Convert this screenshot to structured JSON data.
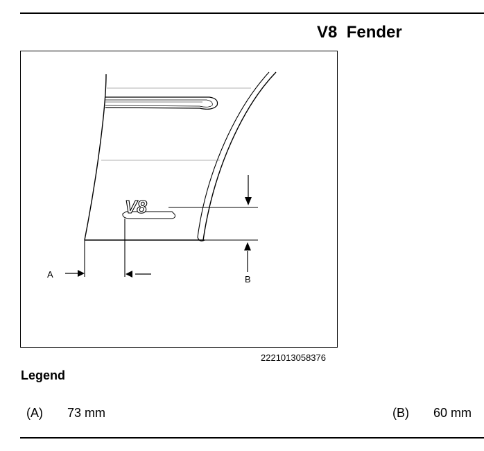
{
  "header": {
    "title": "V8  Fender"
  },
  "figure": {
    "figure_id": "2221013058376",
    "callout_a": "A",
    "callout_b": "B",
    "badge_text": "V8"
  },
  "legend": {
    "heading": "Legend",
    "items": [
      {
        "key": "(A)",
        "value": "73 mm"
      },
      {
        "key": "(B)",
        "value": "60 mm"
      }
    ]
  },
  "colors": {
    "line": "#000000",
    "background": "#ffffff",
    "light_line": "#999999"
  }
}
